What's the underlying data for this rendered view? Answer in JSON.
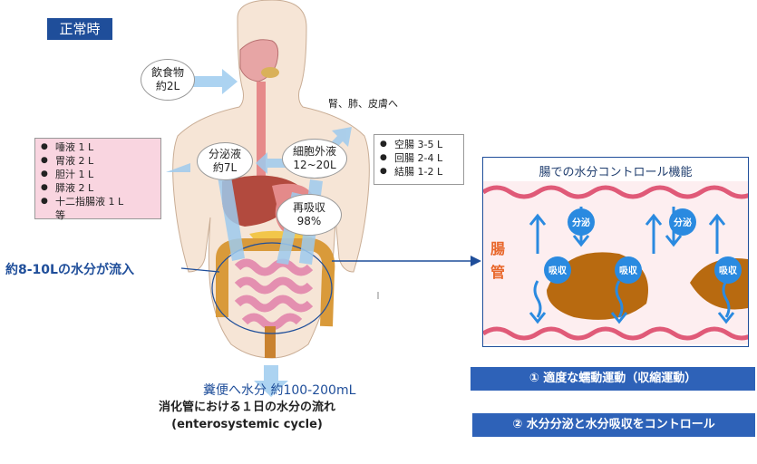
{
  "badge": "正常時",
  "intake": {
    "line1": "飲食物",
    "line2": "約2L"
  },
  "secretion": {
    "line1": "分泌液",
    "line2": "約7L"
  },
  "ecf": {
    "line1": "細胞外液",
    "line2": "12~20L"
  },
  "reabsorb": {
    "line1": "再吸収",
    "line2": "98%"
  },
  "kidney_label": "腎、肺、皮膚へ",
  "secretion_list": [
    "唾液 1 L",
    "胃液 2 L",
    "胆汁 1 L",
    "膵液 2 L",
    "十二指腸液 1 L"
  ],
  "secretion_list_tail": "等",
  "absorption_list": [
    "空腸 3-5 L",
    "回腸 2-4 L",
    "結腸 1-2 L"
  ],
  "inflow_label": "約8-10Lの水分が流入",
  "stool_label": "糞便へ水分 約100-200mL",
  "caption": {
    "line1": "消化管における１日の水分の流れ",
    "line2": "(enterosystemic cycle)"
  },
  "panel": {
    "title": "腸での水分コントロール機能",
    "side_label": {
      "c1": "腸",
      "c2": "管"
    },
    "bubbles": [
      "分泌",
      "分泌",
      "吸収",
      "吸収",
      "吸収"
    ]
  },
  "bars": [
    "① 適度な蠕動運動（収縮運動）",
    "② 水分分泌と水分吸収をコントロール"
  ],
  "colors": {
    "accent": "#1f4e9a",
    "pink": "#f9d5e0",
    "arrow": "#9ecbee",
    "bar": "#2e62b8"
  }
}
